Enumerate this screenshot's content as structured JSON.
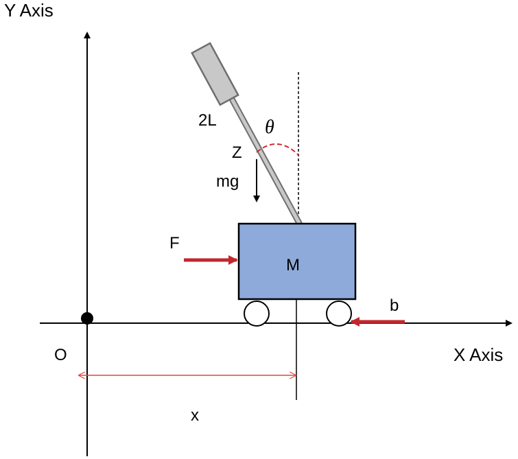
{
  "labels": {
    "y_axis": "Y Axis",
    "x_axis": "X Axis",
    "origin": "O",
    "pole_length": "2L",
    "angle": "θ",
    "center_of_mass": "Z",
    "gravity": "mg",
    "force": "F",
    "cart_mass": "M",
    "friction": "b",
    "displacement": "x"
  },
  "colors": {
    "line": "#000000",
    "cart_fill": "#8eaadb",
    "pole_fill": "#c8c8c8",
    "pole_stroke": "#6e6e6e",
    "force_arrow": "#c0282e",
    "measure": "#e0473c"
  }
}
